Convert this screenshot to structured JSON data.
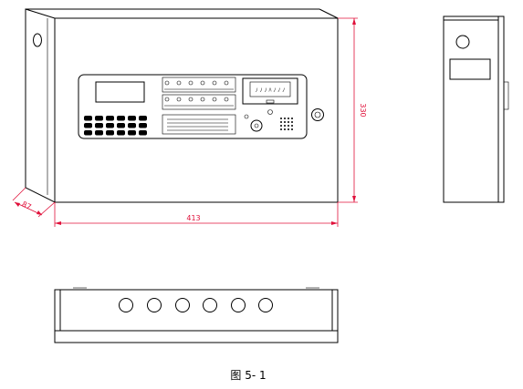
{
  "dimensions": {
    "width_label": "413",
    "height_label": "330",
    "depth_label": "87"
  },
  "caption": "图 5- 1",
  "front_panel": {
    "display_marks": "ﾉ ﾉ ﾉ ﾊ ﾉ ﾉ ﾉ"
  },
  "colors": {
    "line": "#000000",
    "dimension": "#e0103a",
    "background": "#ffffff"
  }
}
